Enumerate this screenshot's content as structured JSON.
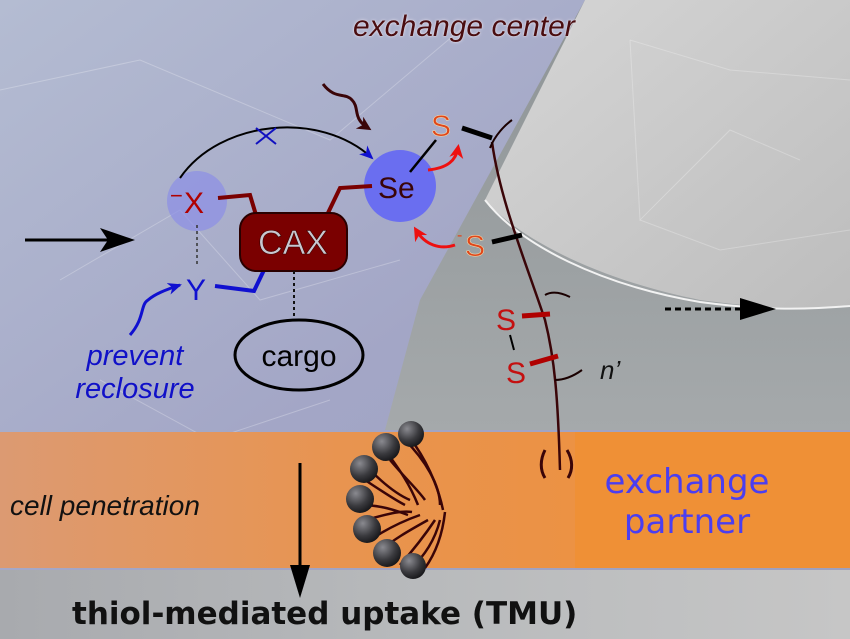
{
  "figure": {
    "title": "thiol-mediated uptake (TMU)",
    "labels": {
      "exchange_center": "exchange center",
      "prevent_reclosure": "prevent reclosure",
      "cell_penetration": "cell penetration",
      "exchange_partner": "exchange partner",
      "repeat_index": "n’"
    },
    "molecule": {
      "core": "CAX",
      "cargo": "cargo",
      "x_atom": "X",
      "x_charge": "−",
      "y_atom": "Y",
      "se_atom": "Se"
    },
    "partner_chain": {
      "thiol_top": "S",
      "thiolate": "S",
      "thiolate_charge": "-",
      "disulfide_top": "S",
      "disulfide_bottom": "S"
    },
    "colors": {
      "background_left": "#a6a9c8",
      "background_right": "#c9c9c9",
      "membrane": "#ee9138",
      "cax_fill": "#7a0000",
      "exchange_text": "#4a0d10",
      "prevent_text": "#1010c8",
      "partner_text": "#4b3ef0",
      "sulfur": "#e0461a",
      "disulfide": "#c41010",
      "red_arrow": "#ee1010",
      "circle_highlight": "#6a6ef0",
      "lipid_head": "#3a3a3e"
    }
  }
}
